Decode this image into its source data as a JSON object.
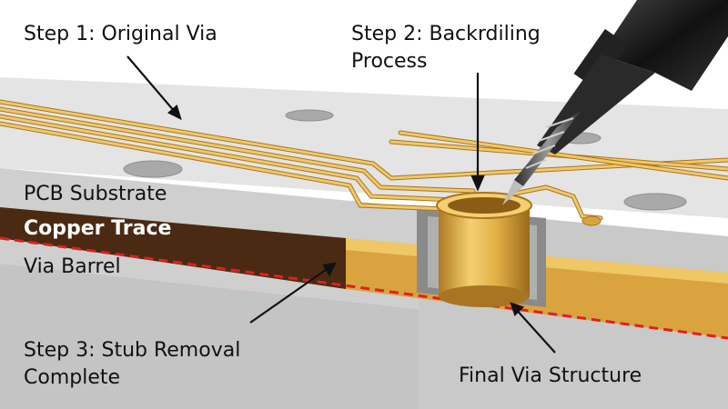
{
  "labels": {
    "step1": "Step 1: Original Via",
    "step2_line1": "Step 2: Backrdiling",
    "step2_line2": "Process",
    "pcb_substrate": "PCB Substrate",
    "copper_trace": "Copper Trace",
    "via_barrel": "Via Barrel",
    "step3_line1": "Step 3: Stub Removal",
    "step3_line2": "Complete",
    "final_via": "Final Via Structure"
  },
  "colors": {
    "substrate": "#d3d3d3",
    "substrate_top": "#e6e6e6",
    "copper_layer": "#4a2a12",
    "gold": "#d9a440",
    "gold_light": "#f0c867",
    "gold_dark": "#a87522",
    "cut_line": "#e02020",
    "drill_body": "#1a1a1a"
  },
  "icons": {
    "drill": "drill-bit-icon"
  }
}
